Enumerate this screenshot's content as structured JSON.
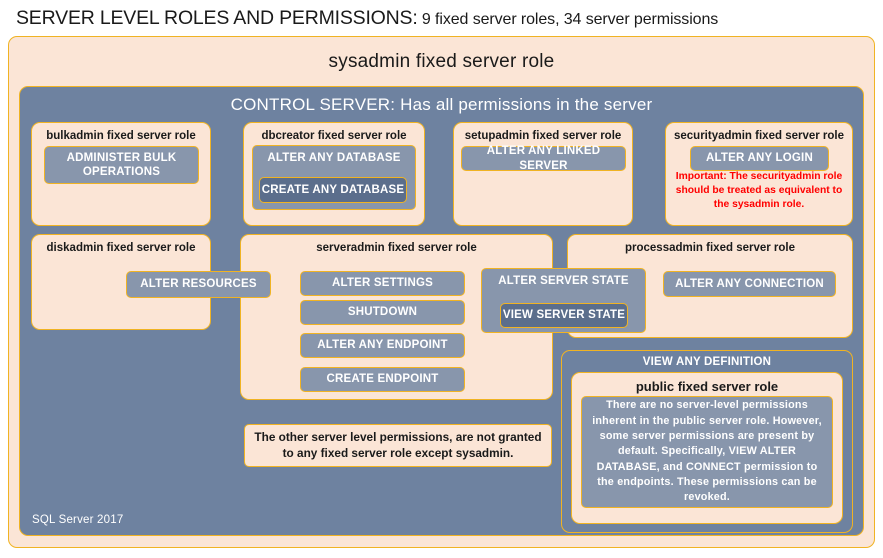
{
  "title": {
    "strong": "SERVER LEVEL ROLES AND PERMISSIONS:",
    "sub": " 9 fixed server roles, 34 server permissions"
  },
  "sysadmin": {
    "label": "sysadmin  fixed  server  role"
  },
  "control_server": {
    "label": "CONTROL SERVER: Has all permissions in the server"
  },
  "roles": {
    "bulkadmin": {
      "title": "bulkadmin  fixed server role",
      "perm1": "ADMINISTER  BULK OPERATIONS"
    },
    "dbcreator": {
      "title": "dbcreator fixed  server role",
      "perm1": "ALTER ANY DATABASE",
      "perm2": "CREATE  ANY DATABASE"
    },
    "setupadmin": {
      "title": "setupadmin fixed server role",
      "perm1": "ALTER ANY LINKED SERVER"
    },
    "securityadmin": {
      "title": "securityadmin  fixed server role",
      "perm1": "ALTER ANY LOGIN",
      "warning": "Important:  The securityadmin role should  be treated as equivalent to the  sysadmin role."
    },
    "diskadmin": {
      "title": "diskadmin  fixed server role",
      "perm1": "ALTER RESOURCES"
    },
    "serveradmin": {
      "title": "serveradmin fixed server role",
      "perm1": "ALTER SETTINGS",
      "perm2": "SHUTDOWN",
      "perm3": "ALTER ANY ENDPOINT",
      "perm4": "CREATE  ENDPOINT",
      "perm5": "ALTER SERVER STATE",
      "perm6": "VIEW SERVER STATE"
    },
    "processadmin": {
      "title": "processadmin  fixed server role",
      "perm1": "ALTER ANY CONNECTION"
    },
    "public": {
      "view_any_definition": "VIEW ANY DEFINITION",
      "title": "public  fixed server role",
      "note": "There are no server-level permissions inherent in the public server role. However, some server permissions are present by default. Specifically, VIEW ALTER DATABASE, and CONNECT permission to the endpoints. These permissions can be revoked."
    }
  },
  "notes": {
    "other_permissions": "The other server level permissions,  are not granted to any fixed server role except sysadmin."
  },
  "footer": {
    "label": "SQL Server 2017"
  },
  "colors": {
    "peach": "#FBE5D6",
    "slate": "#6E82A0",
    "slate_light": "#8896AC",
    "slate_dark": "#5B6E8C",
    "border_gold": "#F0B323",
    "warning_red": "#FF0000"
  }
}
